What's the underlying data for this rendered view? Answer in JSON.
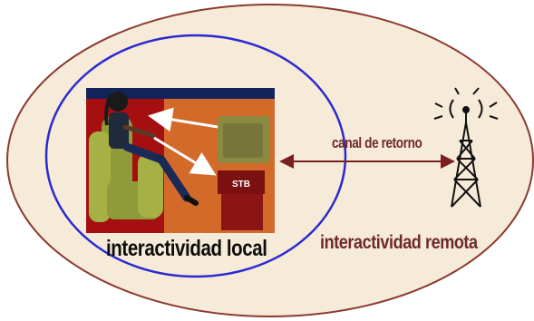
{
  "labels": {
    "local": "interactividad local",
    "remote": "interactividad remota",
    "return_channel": "canal de retorno",
    "stb": "STB"
  },
  "icons": {
    "person": "person-in-armchair-icon",
    "tv": "television-icon",
    "set_top_box": "set-top-box-icon",
    "tower": "broadcast-tower-icon"
  },
  "colors": {
    "outer_fill": "#f6ead8",
    "outer_stroke": "#8a3a2e",
    "inner_stroke": "#2a2ad0",
    "room_red": "#a50f0f",
    "room_orange": "#d46a2a",
    "room_top": "#12245a",
    "chair": "#8f9a3a",
    "tv_body": "#8c8a40",
    "stb_box": "#7a1010",
    "link_arrow": "#7a2020",
    "label_local": "#0d0d0d",
    "label_remote": "#6e2a2a"
  }
}
